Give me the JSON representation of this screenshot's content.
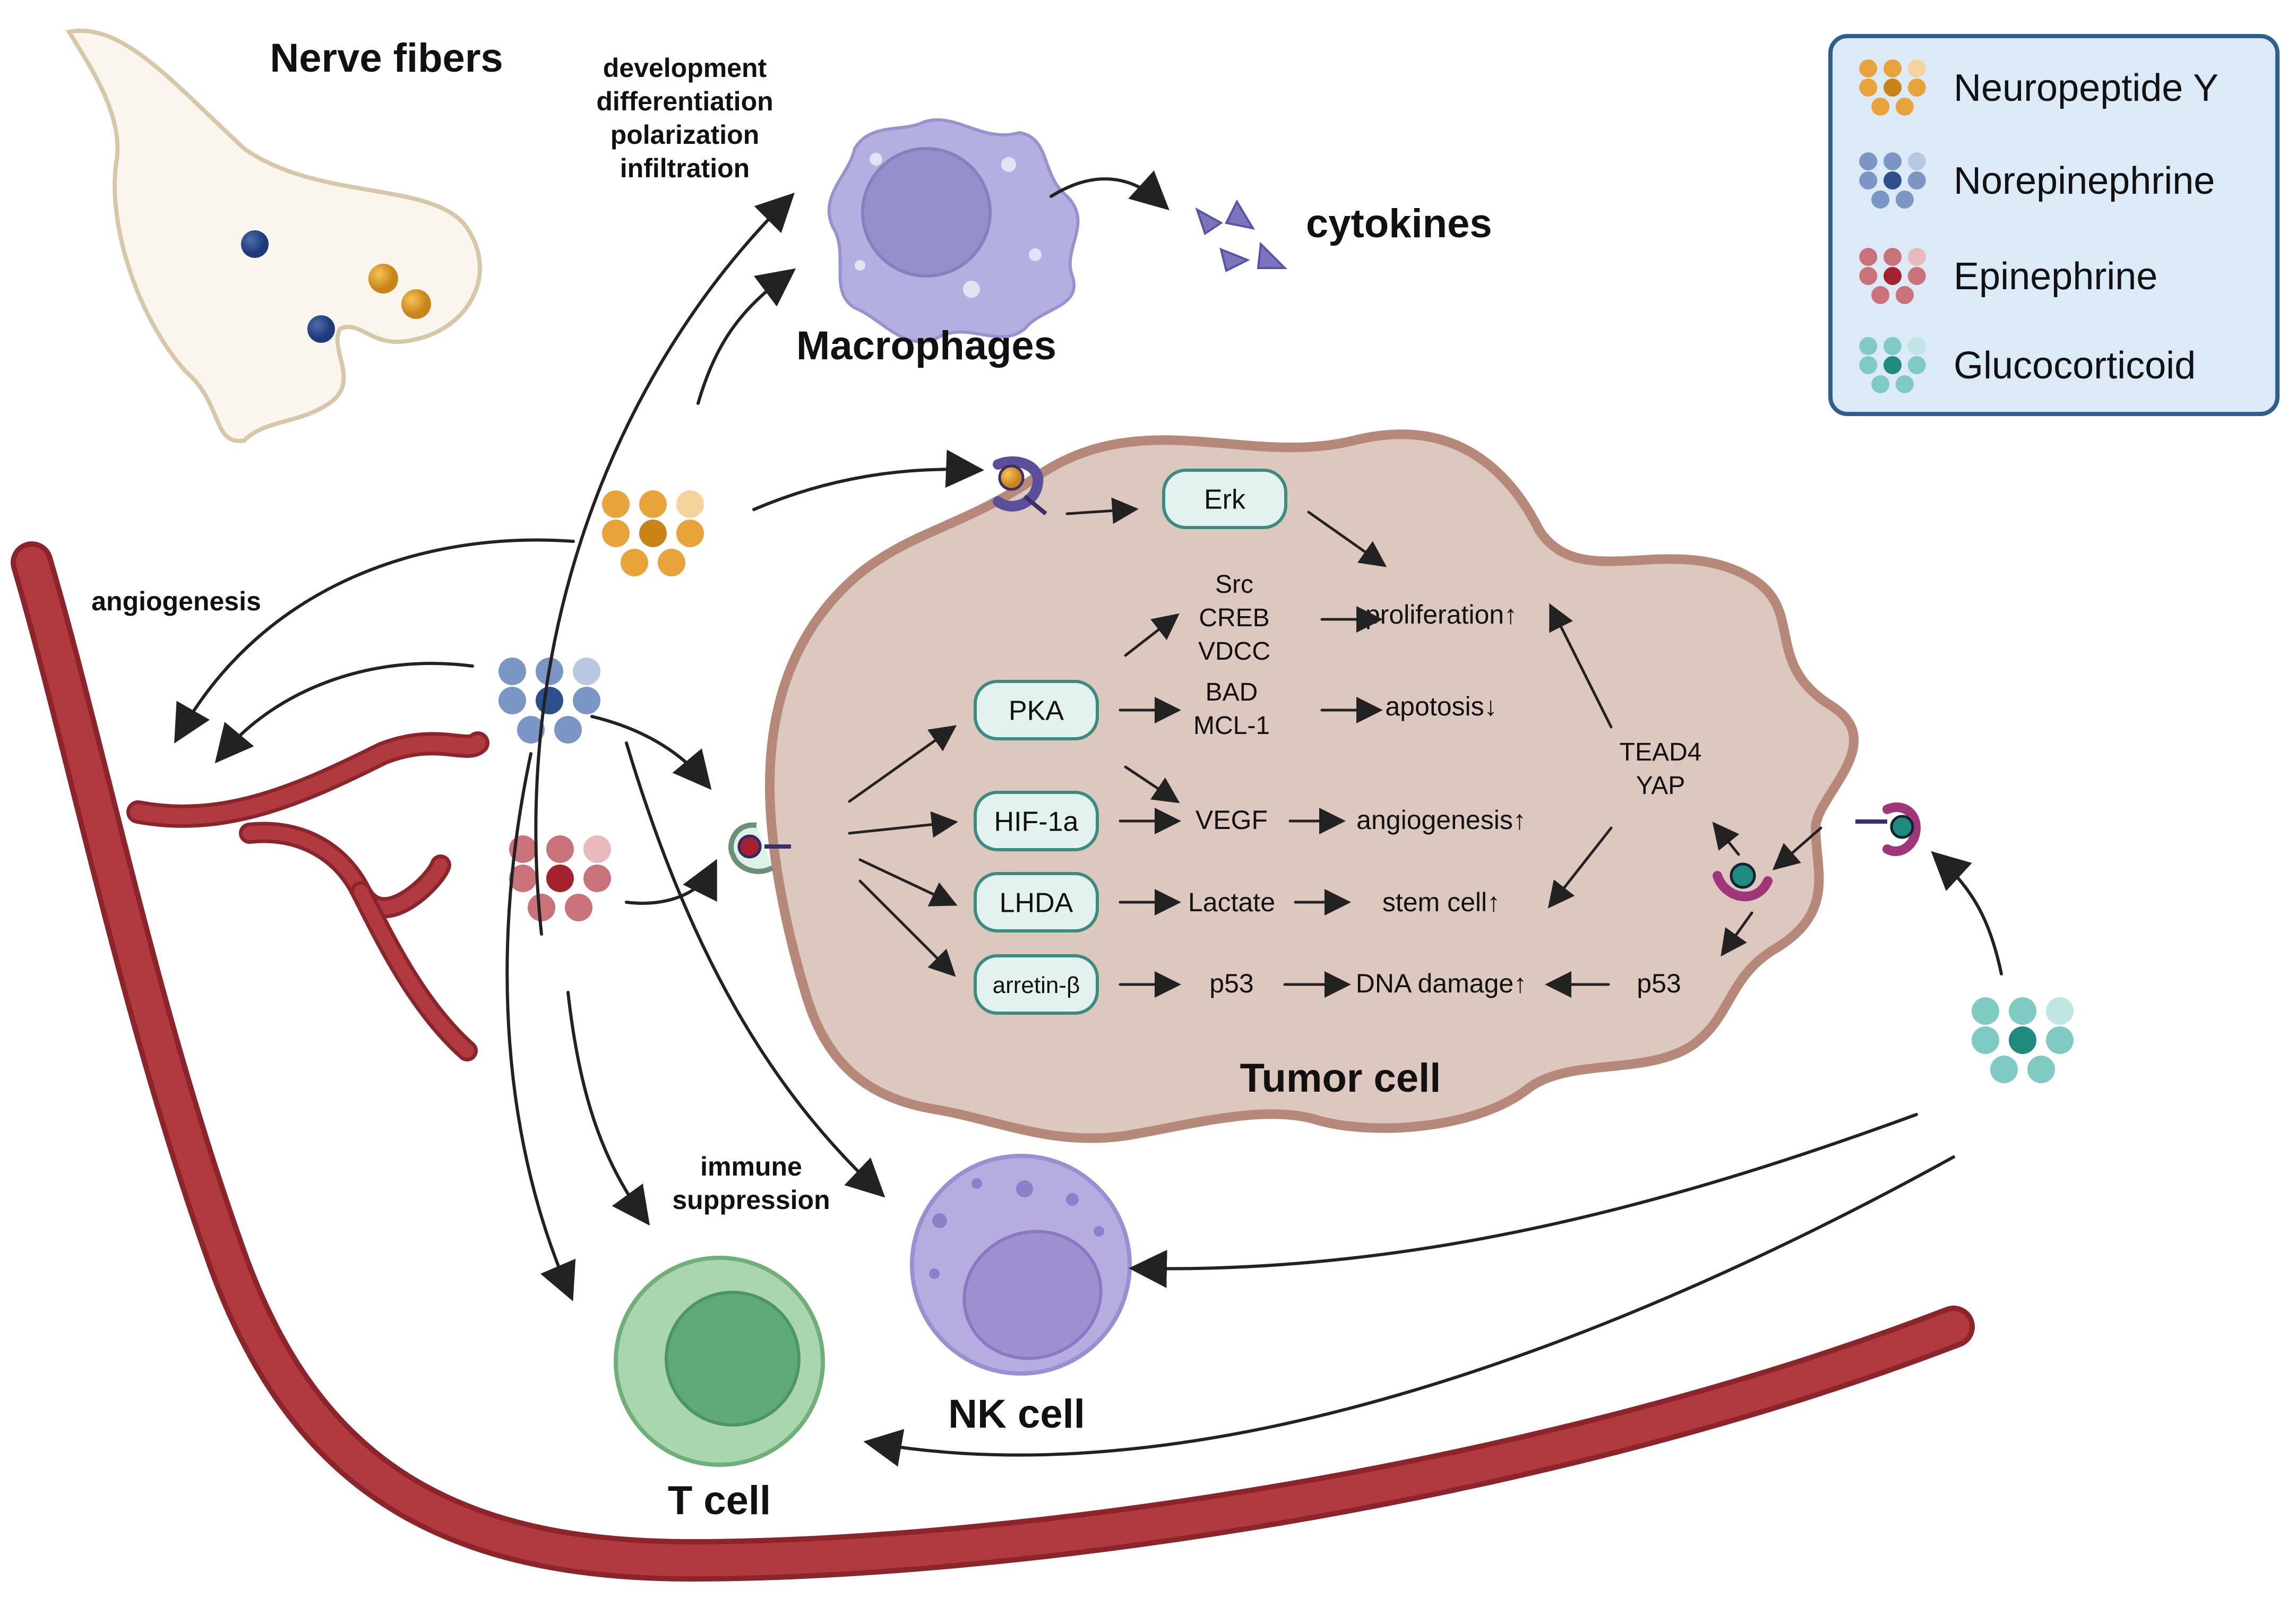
{
  "labels": {
    "nerve_fibers": "Nerve fibers",
    "macrophages": "Macrophages",
    "cytokines": "cytokines",
    "macrophage_effects": [
      "development",
      "differentiation",
      "polarization",
      "infiltration"
    ],
    "angiogenesis": "angiogenesis",
    "immune_suppression": [
      "immune",
      "suppression"
    ],
    "tumor_cell": "Tumor cell",
    "nk_cell": "NK cell",
    "t_cell": "T cell"
  },
  "legend": {
    "items": [
      {
        "label": "Neuropeptide Y",
        "color": "#E8A43A",
        "dark": "#C98418",
        "light": "#F4D49A"
      },
      {
        "label": "Norepinephrine",
        "color": "#7B95C4",
        "dark": "#2F4E8C",
        "light": "#B9C8E2"
      },
      {
        "label": "Epinephrine",
        "color": "#C9727A",
        "dark": "#A3222D",
        "light": "#E8B9BD"
      },
      {
        "label": "Glucocorticoid",
        "color": "#7FCBC4",
        "dark": "#1F8A7E",
        "light": "#BFE6E2"
      }
    ]
  },
  "pathway": {
    "erk": "Erk",
    "pka": "PKA",
    "hif": "HIF-1a",
    "lhda": "LHDA",
    "arrestin": "arretin-β",
    "src_group": [
      "Src",
      "CREB",
      "VDCC"
    ],
    "bad_group": [
      "BAD",
      "MCL-1"
    ],
    "vegf": "VEGF",
    "lactate": "Lactate",
    "p53_left": "p53",
    "proliferation": "proliferation↑",
    "apoptosis": "apotosis↓",
    "angiogenesis_up": "angiogenesis↑",
    "stem_cell": "stem cell↑",
    "dna_damage": "DNA damage↑",
    "tead_group": [
      "TEAD4",
      "YAP"
    ],
    "p53_right": "p53"
  },
  "colors": {
    "vessel": "#B03A3F",
    "vessel_dark": "#8C252B",
    "tumor_fill": "#DDC8C0",
    "tumor_stroke": "#B5887A",
    "node_fill": "#E3F2EE",
    "node_stroke": "#3A8C7E",
    "macrophage": "#B3AFE0",
    "nk": "#B7ACE0",
    "tcell": "#A9D6AE",
    "legend_bg": "#DCEAF7",
    "legend_border": "#2F5F8C"
  }
}
